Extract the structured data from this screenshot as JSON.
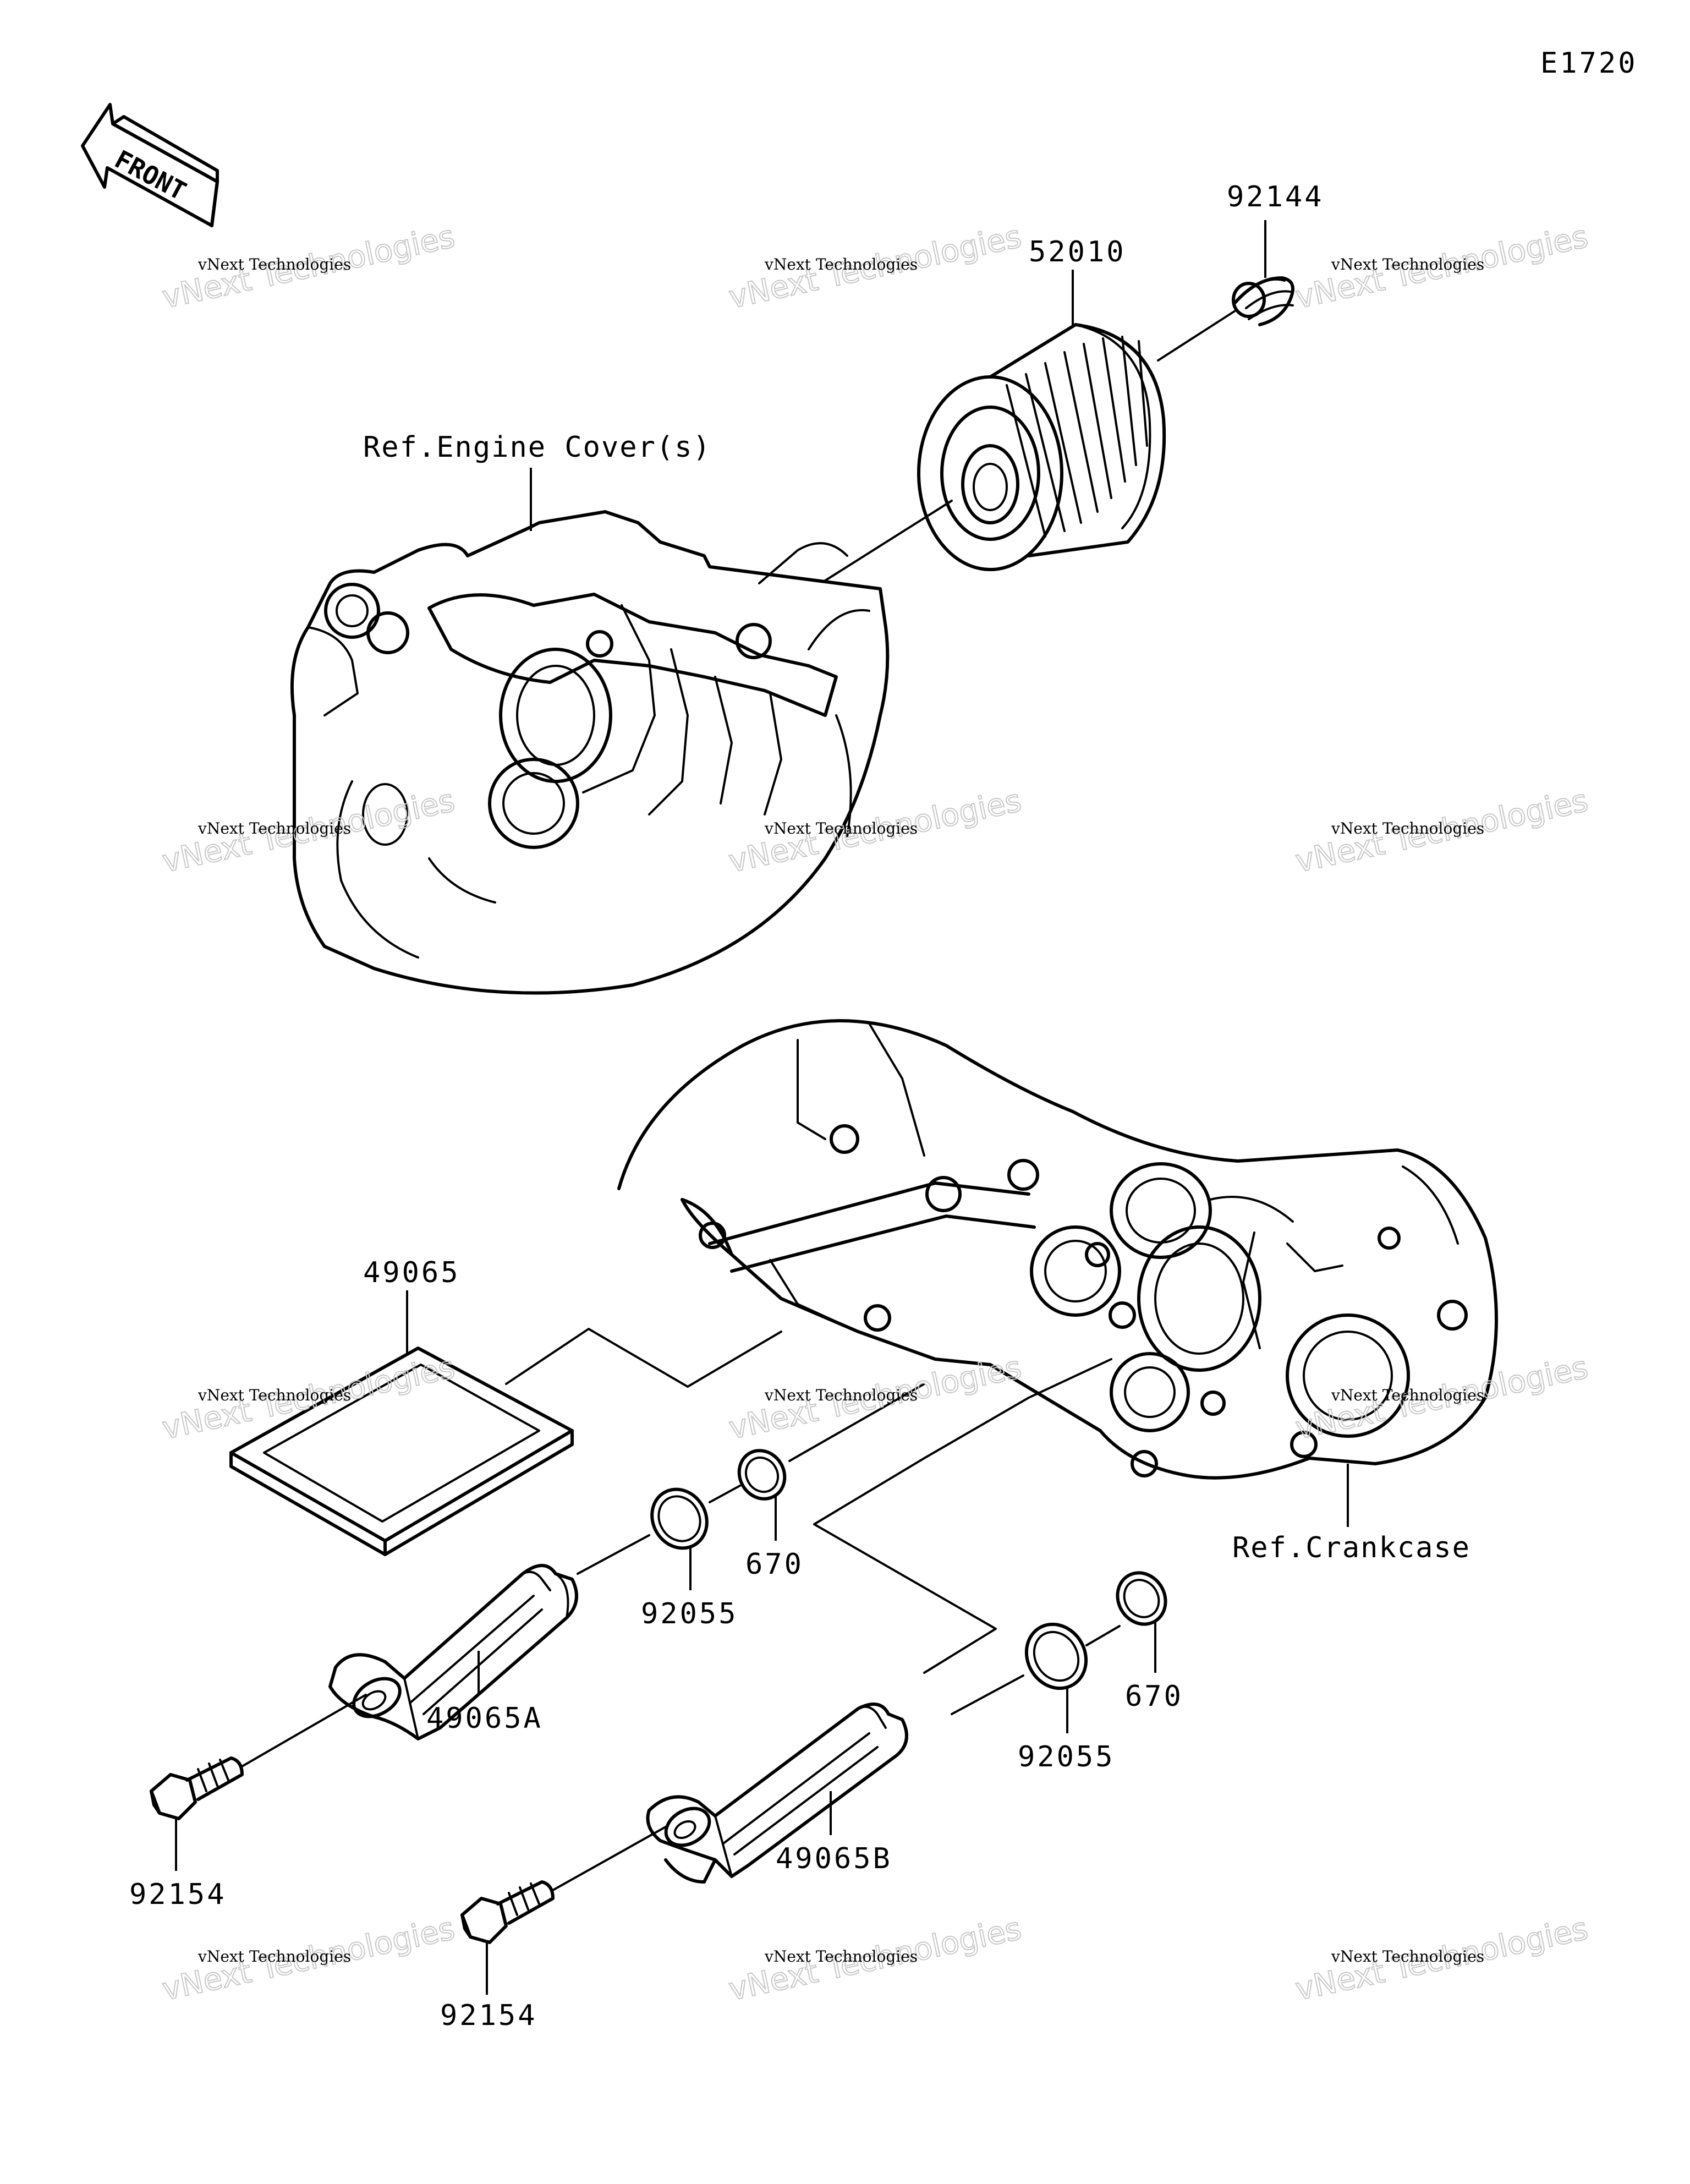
{
  "diagram_code": "E1720",
  "front_label": "FRONT",
  "watermark": {
    "line1": "vNext Technologies",
    "line2": "vNext Technologies"
  },
  "refs": {
    "engine_cover": "Ref.Engine Cover(s)",
    "crankcase": "Ref.Crankcase"
  },
  "parts": {
    "oil_filter": "52010",
    "spring": "92144",
    "gasket": "49065",
    "o_ring_670_a": "670",
    "o_ring_92055_a": "92055",
    "strainer_a": "49065A",
    "bolt_a": "92154",
    "o_ring_670_b": "670",
    "o_ring_92055_b": "92055",
    "strainer_b": "49065B",
    "bolt_b": "92154"
  }
}
